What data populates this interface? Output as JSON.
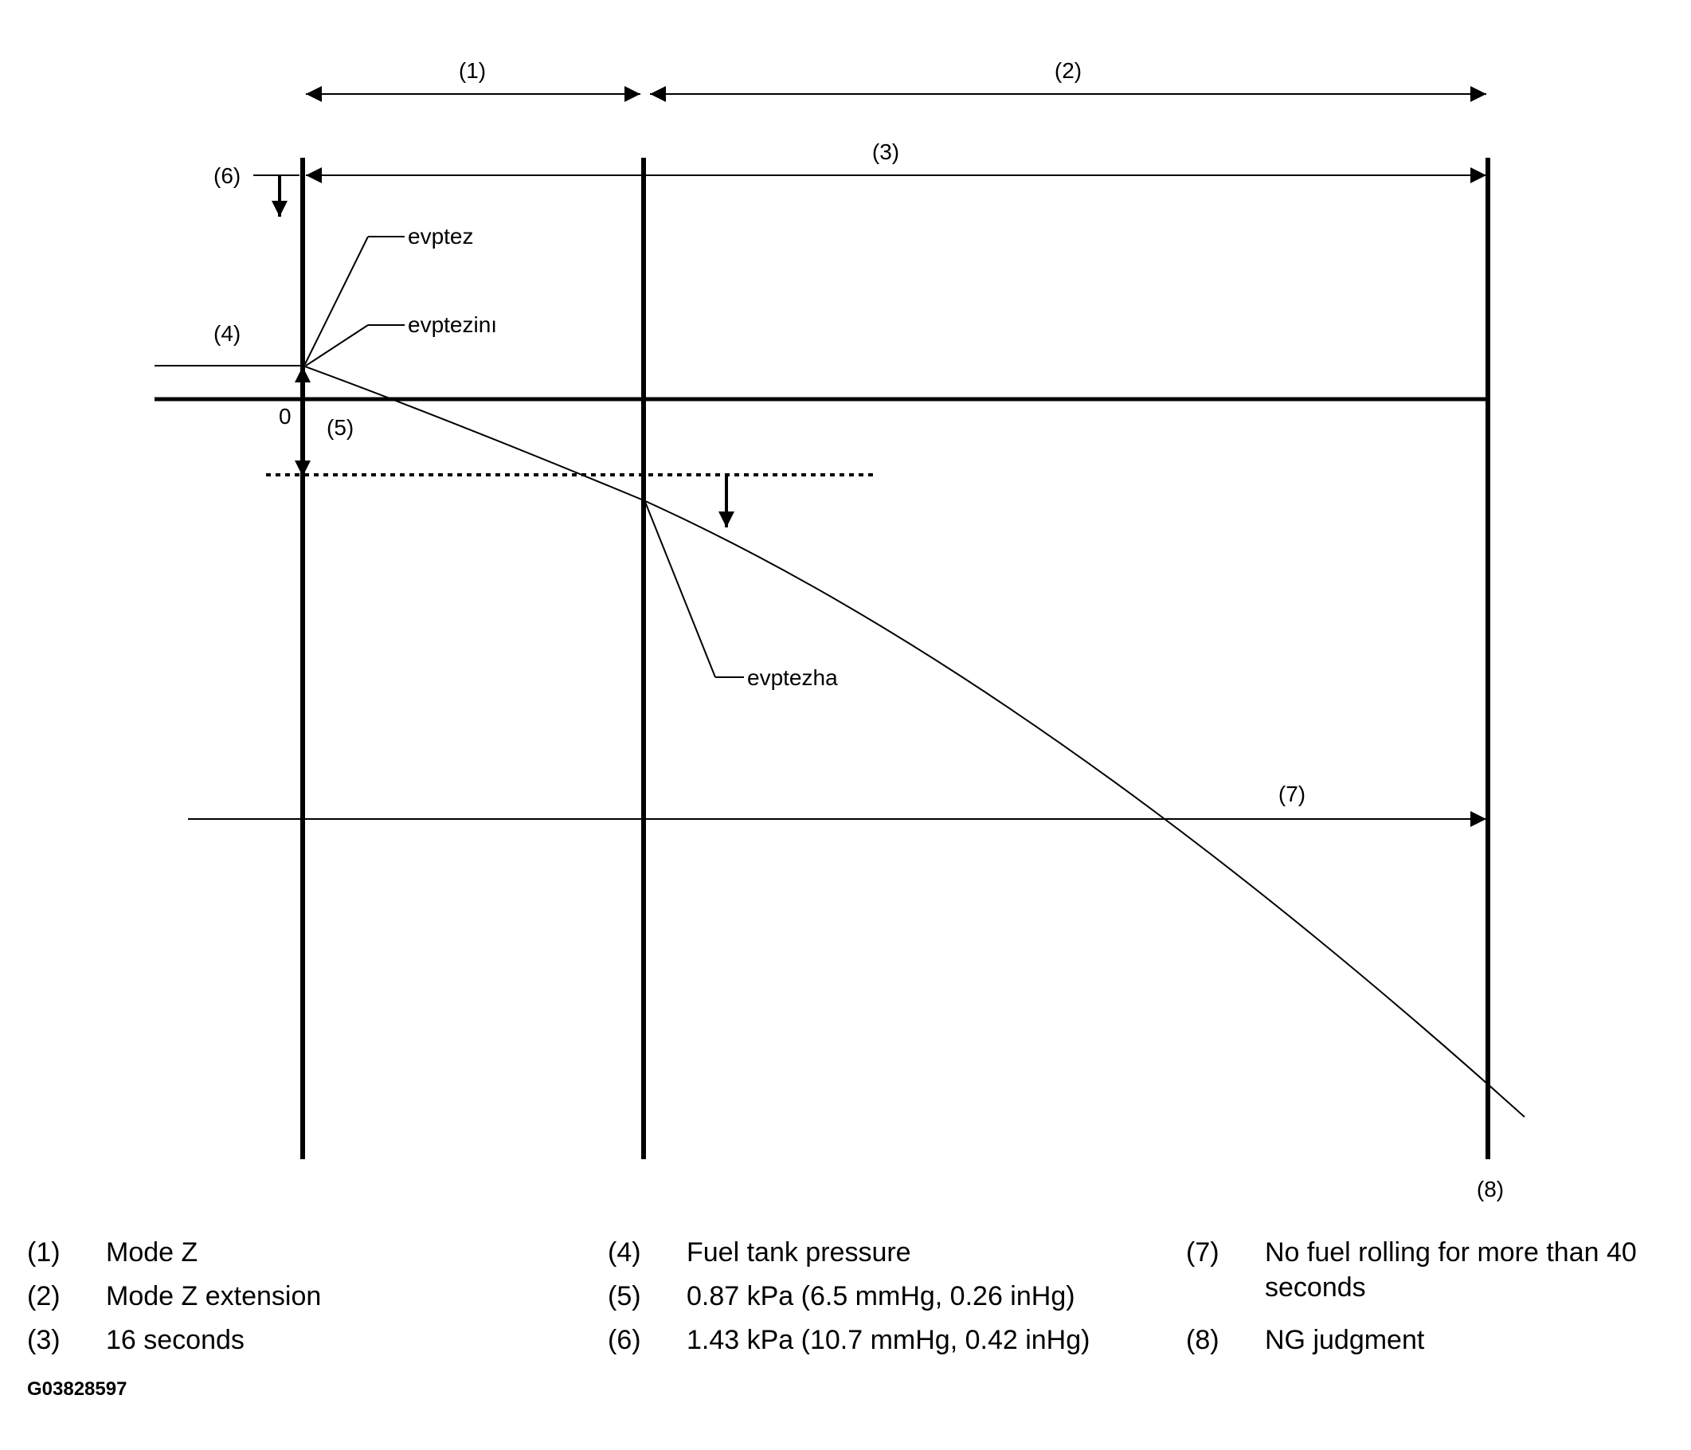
{
  "diagram": {
    "callouts": {
      "c1": "(1)",
      "c2": "(2)",
      "c3": "(3)",
      "c4": "(4)",
      "c5": "(5)",
      "c6": "(6)",
      "c7": "(7)",
      "c8": "(8)"
    },
    "zero_label": "0",
    "signals": {
      "evptez": "evptez",
      "evptezini": "evptezinı",
      "evptezha": "evptezha"
    }
  },
  "legend": [
    {
      "num": "(1)",
      "text": "Mode Z"
    },
    {
      "num": "(2)",
      "text": "Mode Z extension"
    },
    {
      "num": "(3)",
      "text": "16 seconds"
    },
    {
      "num": "(4)",
      "text": "Fuel tank pressure"
    },
    {
      "num": "(5)",
      "text": "0.87 kPa (6.5 mmHg, 0.26 inHg)"
    },
    {
      "num": "(6)",
      "text": "1.43 kPa (10.7 mmHg, 0.42 inHg)"
    },
    {
      "num": "(7)",
      "text": "No fuel rolling for more than 40 seconds"
    },
    {
      "num": "(8)",
      "text": "NG judgment"
    }
  ],
  "figure_id": "G03828597"
}
